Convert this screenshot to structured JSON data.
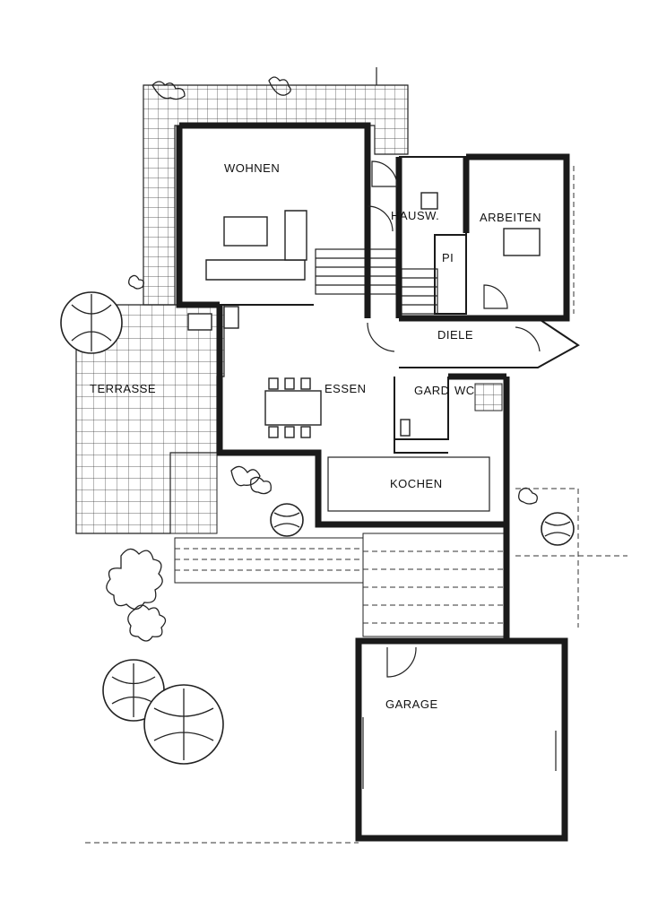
{
  "rooms": {
    "wohnen": "WOHNEN",
    "hausw": "HAUSW.",
    "arbeiten": "ARBEITEN",
    "pi": "PI",
    "diele": "DIELE",
    "terrasse": "TERRASSE",
    "essen": "ESSEN",
    "gard": "GARD",
    "wc": "WC",
    "kochen": "KOCHEN",
    "garage": "GARAGE"
  },
  "colors": {
    "ink": "#1a1a1a",
    "paper": "#ffffff"
  }
}
